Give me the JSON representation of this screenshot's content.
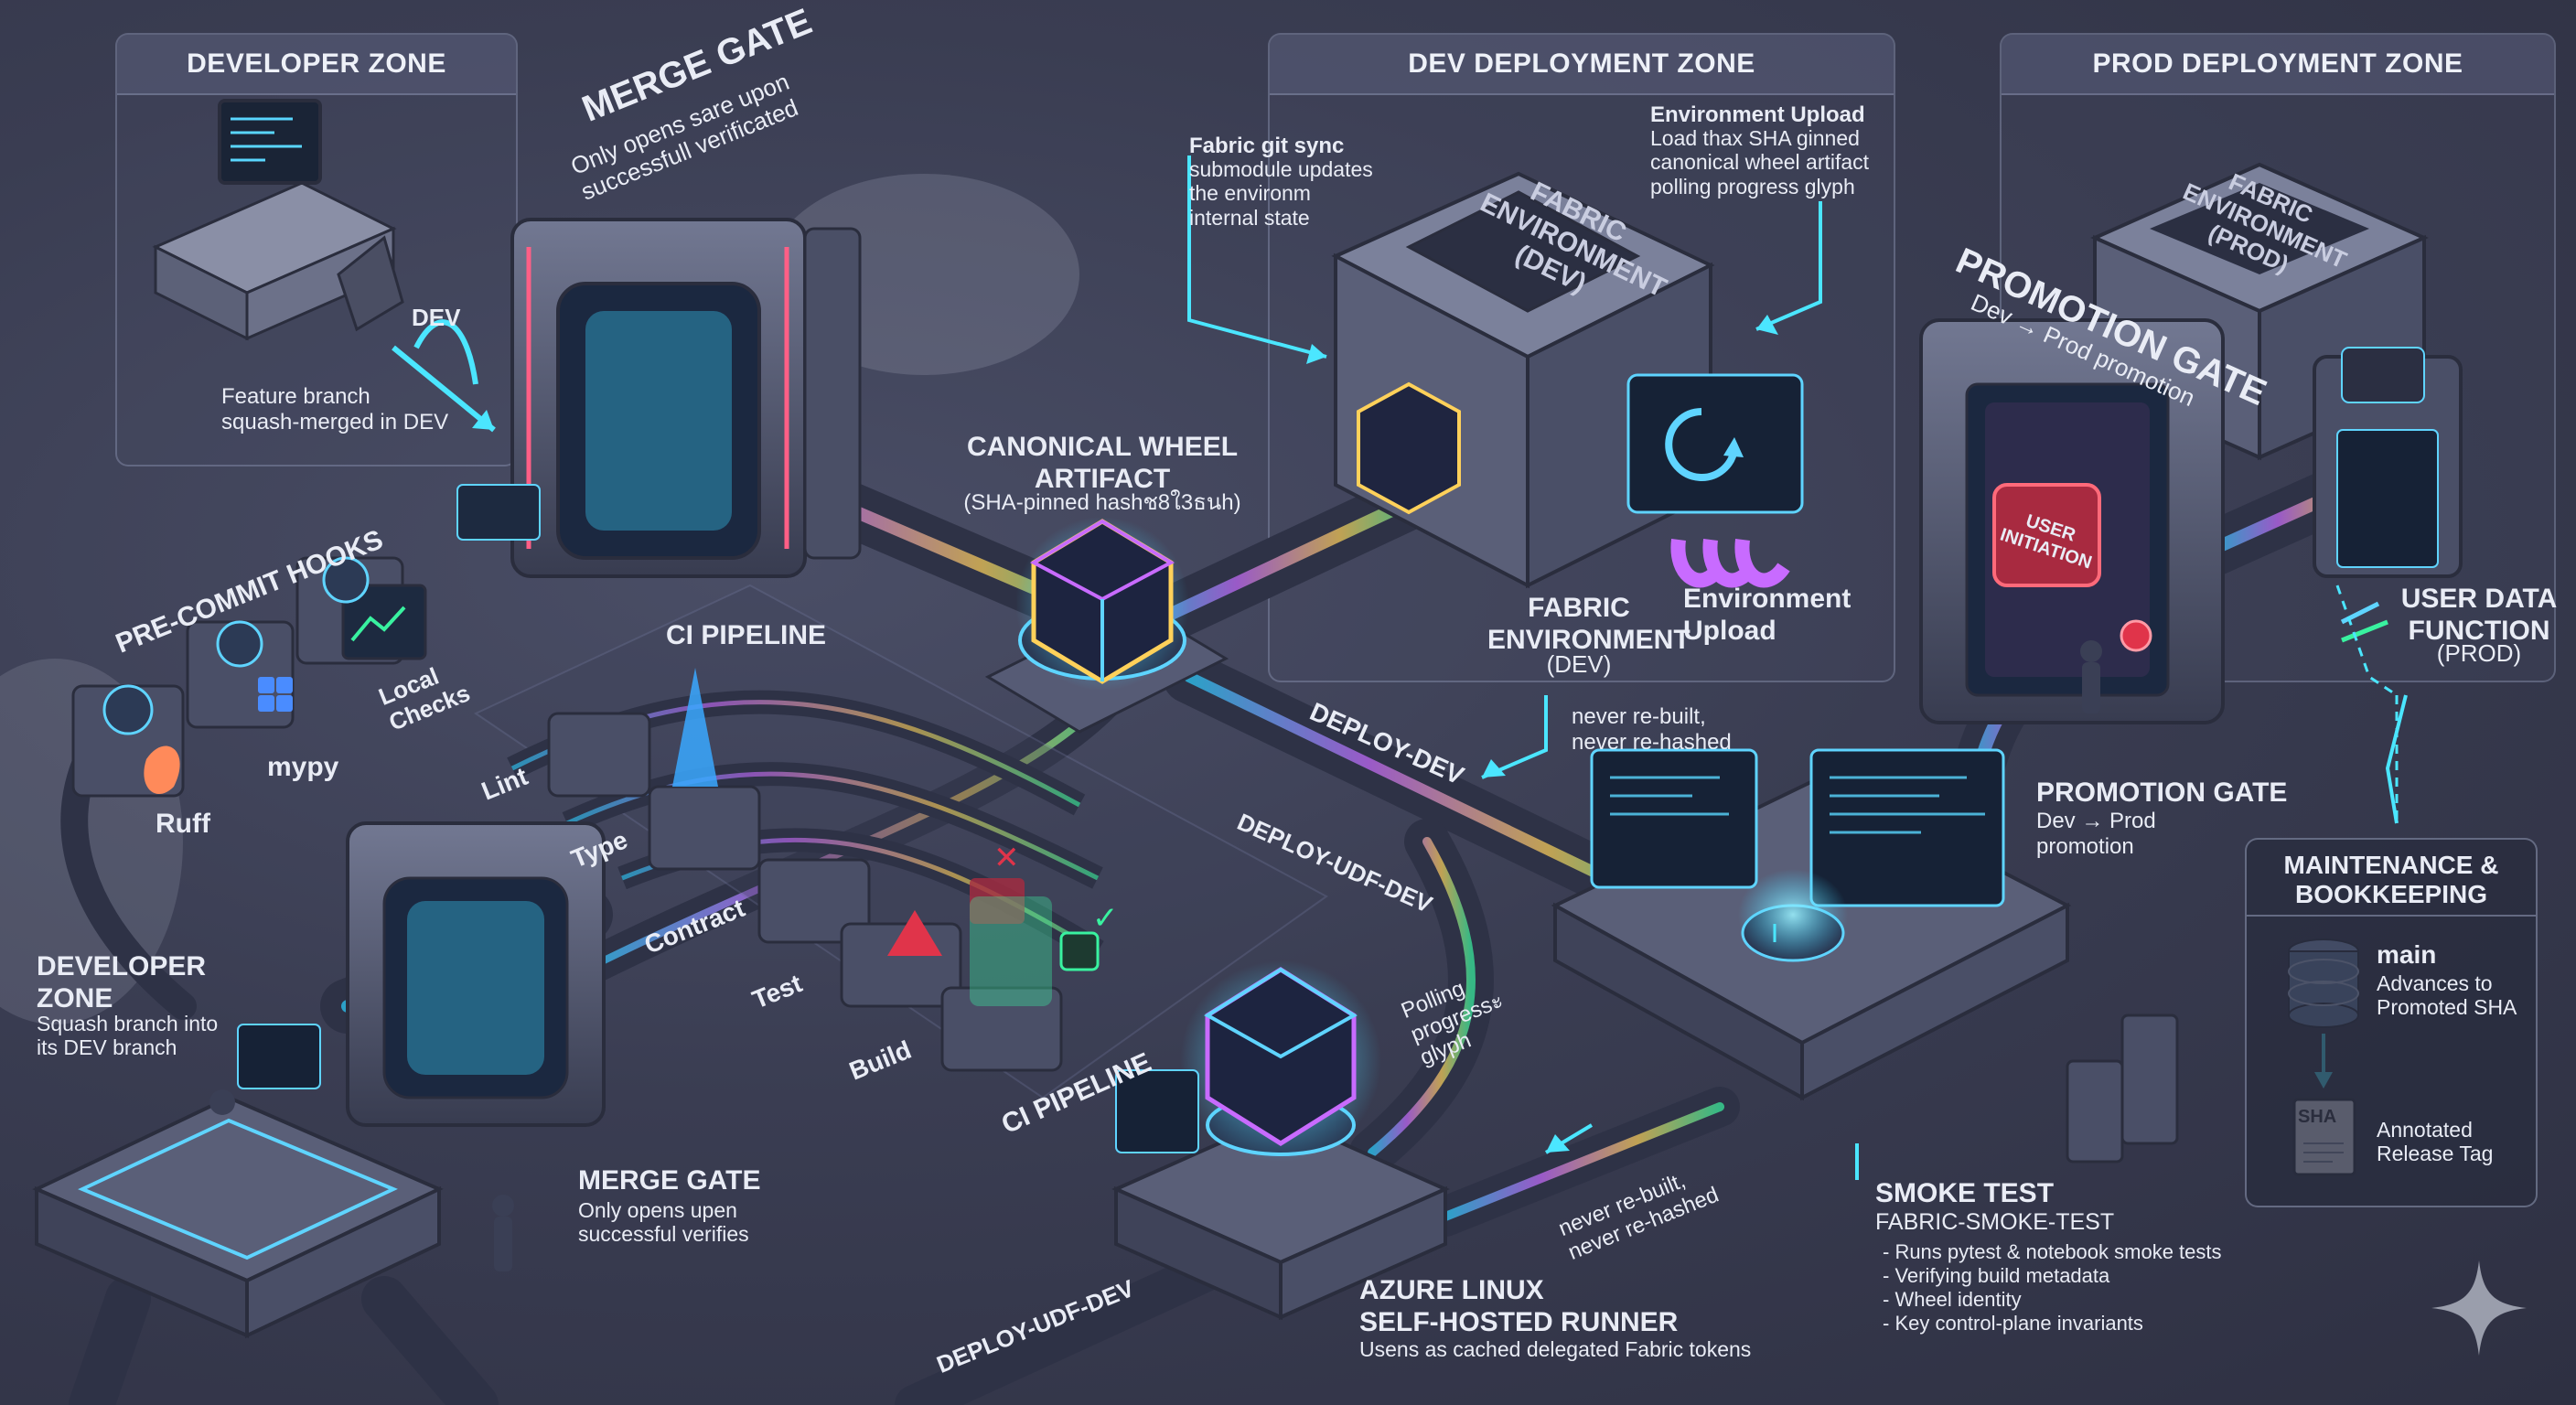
{
  "zones": {
    "developer": "DEVELOPER ZONE",
    "dev_deployment": "DEV DEPLOYMENT ZONE",
    "prod_deployment": "PROD DEPLOYMENT ZONE"
  },
  "developer_desk": {
    "dev_tag": "DEV",
    "caption": "Feature branch\nsquash-merged in DEV"
  },
  "merge_gate_top": {
    "title": "MERGE GATE",
    "subtitle": "Only opens sare upon\nsuccessfull verificated"
  },
  "precommit": {
    "title": "PRE-COMMIT HOOKS",
    "ruff": "Ruff",
    "mypy": "mypy",
    "local": "Local\nChecks"
  },
  "ci_pipeline": {
    "title": "CI PIPELINE",
    "title_bottom": "CI PIPELINE",
    "stages": [
      "Lint",
      "Type",
      "Contract",
      "Test",
      "Build"
    ]
  },
  "artifact": {
    "title": "CANONICAL WHEEL\nARTIFACT",
    "subtitle": "(SHA-pinned hashช8ใ3ธนh)"
  },
  "fabric_dev": {
    "block_label": "FABRIC\nENVIRONMENT\n(DEV)",
    "git_sync": "Fabric git sync",
    "git_sync_desc": "submodule updates\nthe environm\ninternal state",
    "upload_title": "Environment Upload",
    "upload_desc": "Load thax SHA ginned\ncanonical wheel artifact\npolling progress glyph",
    "label": "FABRIC\nENVIRONMENT",
    "label_sub": "(DEV)",
    "env_upload": "Environment\nUpload"
  },
  "never_rebuilt_top": "never re-built,\nnever re-hashed",
  "flows": {
    "deploy_dev": "DEPLOY-DEV",
    "deploy_udf_dev": "DEPLOY-UDF-DEV",
    "deploy_udf_dev_bottom": "DEPLOY-UDF-DEV",
    "polling": "Polling\nprogressะ\nglyph",
    "never_rebuilt_bottom": "never re-built,\nnever re-hashed"
  },
  "prod": {
    "block_label": "FABRIC\nENVIRONMENT\n(PROD)",
    "gate_title": "PROMOTION GATE",
    "gate_sub": "Dev → Prod promotion",
    "user_initiation": "USER\nINITIATION",
    "gate_label": "PROMOTION GATE",
    "gate_label_sub": "Dev → Prod\npromotion",
    "udf_title": "USER DATA\nFUNCTION",
    "udf_sub": "(PROD)"
  },
  "maintenance": {
    "title": "MAINTENANCE &\nBOOKKEEPING",
    "main_title": "main",
    "main_desc": "Advances to\nPromoted SHA",
    "sha_tag": "SHA",
    "tag_desc": "Annotated\nRelease Tag"
  },
  "dev_zone_bottom": {
    "title": "DEVELOPER\nZONE",
    "desc": "Squash branch into\nits DEV branch"
  },
  "merge_gate_bottom": {
    "title": "MERGE GATE",
    "desc": "Only opens upen\nsuccessful verifies"
  },
  "runner": {
    "title": "AZURE LINUX\nSELF-HOSTED RUNNER",
    "desc": "Usens as cached delegated Fabric tokens"
  },
  "smoke": {
    "title": "SMOKE TEST",
    "subtitle": "FABRIC-SMOKE-TEST",
    "items": [
      "- Runs pytest & notebook smoke tests",
      "- Verifying build metadata",
      "- Wheel identity",
      "- Key control-plane invariants"
    ]
  },
  "colors": {
    "accent_cyan": "#5fd4ff",
    "accent_magenta": "#c86bff",
    "accent_yellow": "#ffd15a",
    "accent_green": "#39f2a0",
    "alert_red": "#e0344a"
  },
  "icons": [
    "sparkle-icon",
    "database-icon",
    "document-icon",
    "check-icon",
    "cross-icon"
  ]
}
